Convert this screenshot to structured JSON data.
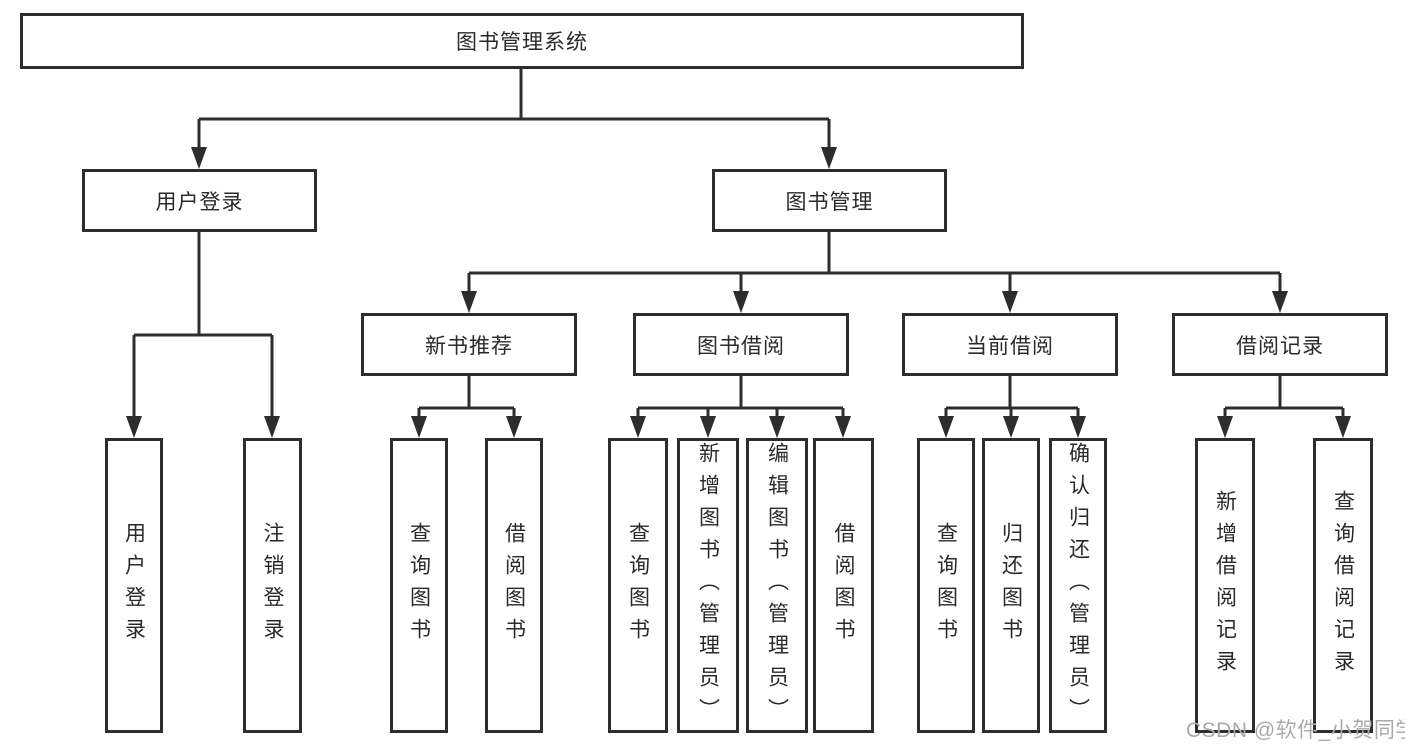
{
  "diagram": {
    "tree": {
      "label": "图书管理系统",
      "children": [
        {
          "label": "用户登录",
          "children": [
            {
              "label": "用户登录"
            },
            {
              "label": "注销登录"
            }
          ]
        },
        {
          "label": "图书管理",
          "children": [
            {
              "label": "新书推荐",
              "children": [
                {
                  "label": "查询图书"
                },
                {
                  "label": "借阅图书"
                }
              ]
            },
            {
              "label": "图书借阅",
              "children": [
                {
                  "label": "查询图书"
                },
                {
                  "label": "新增图书（管理员）"
                },
                {
                  "label": "编辑图书（管理员）"
                },
                {
                  "label": "借阅图书"
                }
              ]
            },
            {
              "label": "当前借阅",
              "children": [
                {
                  "label": "查询图书"
                },
                {
                  "label": "归还图书"
                },
                {
                  "label": "确认归还（管理员）"
                }
              ]
            },
            {
              "label": "借阅记录",
              "children": [
                {
                  "label": "新增借阅记录"
                },
                {
                  "label": "查询借阅记录"
                }
              ]
            }
          ]
        }
      ]
    },
    "line_color": "#2d2d2d",
    "text_color": "#2a2a2a"
  },
  "watermark": {
    "text": "CSDN @软件_小贺同学",
    "color": "#aaaaaa"
  }
}
